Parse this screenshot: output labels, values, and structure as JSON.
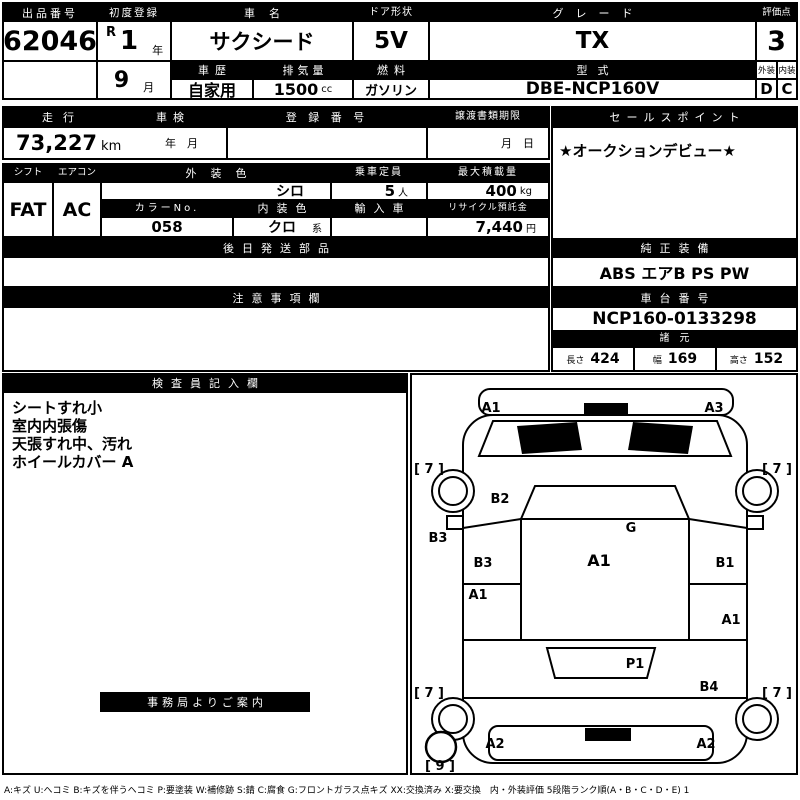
{
  "top": {
    "auction_no_label": "出品番号",
    "auction_no": "62046",
    "first_reg_label": "初度登録",
    "era": "R",
    "reg_year": "1",
    "year_unit": "年",
    "reg_month": "9",
    "month_unit": "月",
    "car_name_label": "車名",
    "car_name": "サクシード",
    "door_label": "ドア形状",
    "door": "5V",
    "grade_label": "グレード",
    "grade": "TX",
    "score_label": "評価点",
    "score": "3",
    "history_label": "車歴",
    "history": "自家用",
    "displacement_label": "排気量",
    "displacement": "1500",
    "displacement_unit": "cc",
    "fuel_label": "燃料",
    "fuel": "ガソリン",
    "model_label": "型式",
    "model": "DBE-NCP160V",
    "exterior_label": "外装",
    "interior_label": "内装",
    "exterior_score": "D",
    "interior_score": "C"
  },
  "row2": {
    "mileage_label": "走行",
    "mileage": "73,227",
    "mileage_unit": "km",
    "inspection_label": "車検",
    "inspection_placeholder": "年　月",
    "registration_label": "登 録 番 号",
    "transfer_label": "譲渡書類期限",
    "transfer_placeholder": "月　日",
    "sales_point_label": "セールスポイント",
    "sales_point": "★オークションデビュー★"
  },
  "row3": {
    "shift_label": "シフト",
    "shift": "FAT",
    "aircon_label": "エアコン",
    "aircon": "AC",
    "ext_color_label": "外装色",
    "ext_color": "シロ",
    "capacity_label": "乗車定員",
    "capacity": "5",
    "capacity_unit": "人",
    "max_load_label": "最大積載量",
    "max_load": "400",
    "max_load_unit": "kg",
    "color_no_label": "カラーNo.",
    "color_no": "058",
    "int_color_label": "内装色",
    "int_color": "クロ",
    "int_color_suffix": "系",
    "import_label": "輸入車",
    "recycle_label": "リサイクル預託金",
    "recycle": "7,440",
    "recycle_unit": "円"
  },
  "row4": {
    "later_parts_label": "後日発送部品",
    "equipment_label": "純正装備",
    "equipment": "ABS エアB PS PW"
  },
  "row5": {
    "notes_label": "注意事項欄",
    "chassis_label": "車台番号",
    "chassis": "NCP160-0133298",
    "spec_label": "諸元",
    "length_label": "長さ",
    "length": "424",
    "width_label": "幅",
    "width": "169",
    "height_label": "高さ",
    "height": "152"
  },
  "inspector": {
    "label": "検査員記入欄",
    "notes": [
      "シートすれ小",
      "室内内張傷",
      "天張すれ中、汚れ",
      "ホイールカバー A"
    ],
    "office_label": "事務局よりご案内"
  },
  "diagram": {
    "markers": [
      "A1",
      "A3",
      "[ 7 ]",
      "[ 7 ]",
      "B2",
      "B3",
      "B3",
      "G",
      "A1",
      "B1",
      "A1",
      "A1",
      "P1",
      "B4",
      "[ 7 ]",
      "[ 7 ]",
      "A2",
      "A2",
      "[ 9 ]"
    ]
  },
  "footer": {
    "legend": "A:キズ U:ヘコミ B:キズを伴うヘコミ P:要塗装 W:補修跡 S:錆 C:腐食 G:フロントガラス点キズ XX:交換済み X:要交換　内・外装評価 5段階ランク順(A・B・C・D・E) 1"
  }
}
